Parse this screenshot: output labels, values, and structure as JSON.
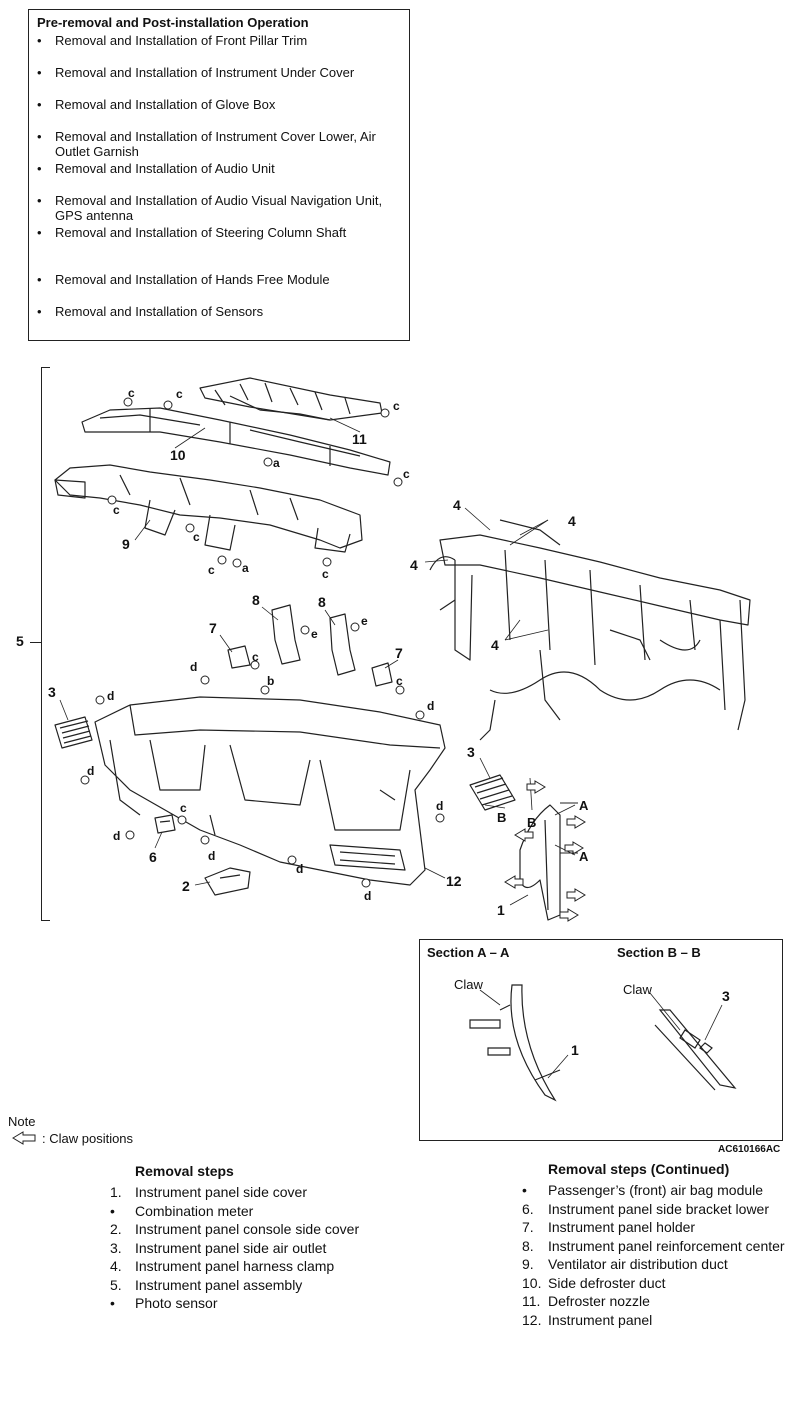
{
  "pre_removal": {
    "title": "Pre-removal and Post-installation Operation",
    "bullet": "•",
    "items": [
      "Removal and Installation of Front Pillar Trim",
      "Removal and Installation of Instrument Under Cover",
      "Removal and Installation of Glove Box",
      "Removal and Installation of Instrument Cover Lower, Air Outlet Garnish",
      "Removal and Installation of Audio Unit",
      "Removal and Installation of Audio Visual Navigation Unit, GPS antenna",
      "Removal and Installation of Steering Column Shaft",
      "Removal and Installation of Hands Free Module",
      "Removal and Installation of Sensors"
    ]
  },
  "diagram": {
    "assembly_number": "5",
    "callouts": [
      "1",
      "2",
      "3",
      "4",
      "6",
      "7",
      "8",
      "9",
      "10",
      "11",
      "12"
    ],
    "fastener_letters": [
      "a",
      "b",
      "c",
      "d",
      "e"
    ],
    "section_markers": [
      "A",
      "B"
    ]
  },
  "sections": {
    "a_title": "Section A – A",
    "b_title": "Section B – B",
    "claw_label": "Claw",
    "a_part": "1",
    "b_part": "3"
  },
  "figure_ref": "AC610166AC",
  "note": {
    "title": "Note",
    "claw_legend": ": Claw positions",
    "arrow_icon": "hollow-left-arrow-icon"
  },
  "removal_steps": {
    "title": "Removal steps",
    "steps": [
      {
        "num": "1.",
        "text": "Instrument panel side cover"
      },
      {
        "num": "•",
        "text": "Combination meter"
      },
      {
        "num": "2.",
        "text": "Instrument panel console side cover"
      },
      {
        "num": "3.",
        "text": "Instrument panel side air outlet"
      },
      {
        "num": "4.",
        "text": "Instrument panel harness clamp"
      },
      {
        "num": "5.",
        "text": "Instrument panel assembly"
      },
      {
        "num": "•",
        "text": "Photo sensor"
      }
    ]
  },
  "removal_steps_continued": {
    "title": "Removal steps (Continued)",
    "steps": [
      {
        "num": "•",
        "text": "Passenger’s (front) air bag module"
      },
      {
        "num": "6.",
        "text": "Instrument panel side bracket lower"
      },
      {
        "num": "7.",
        "text": "Instrument panel holder"
      },
      {
        "num": "8.",
        "text": "Instrument panel reinforcement center"
      },
      {
        "num": "9.",
        "text": "Ventilator air distribution duct"
      },
      {
        "num": "10.",
        "text": "Side defroster duct"
      },
      {
        "num": "11.",
        "text": "Defroster nozzle"
      },
      {
        "num": "12.",
        "text": "Instrument panel"
      }
    ]
  }
}
